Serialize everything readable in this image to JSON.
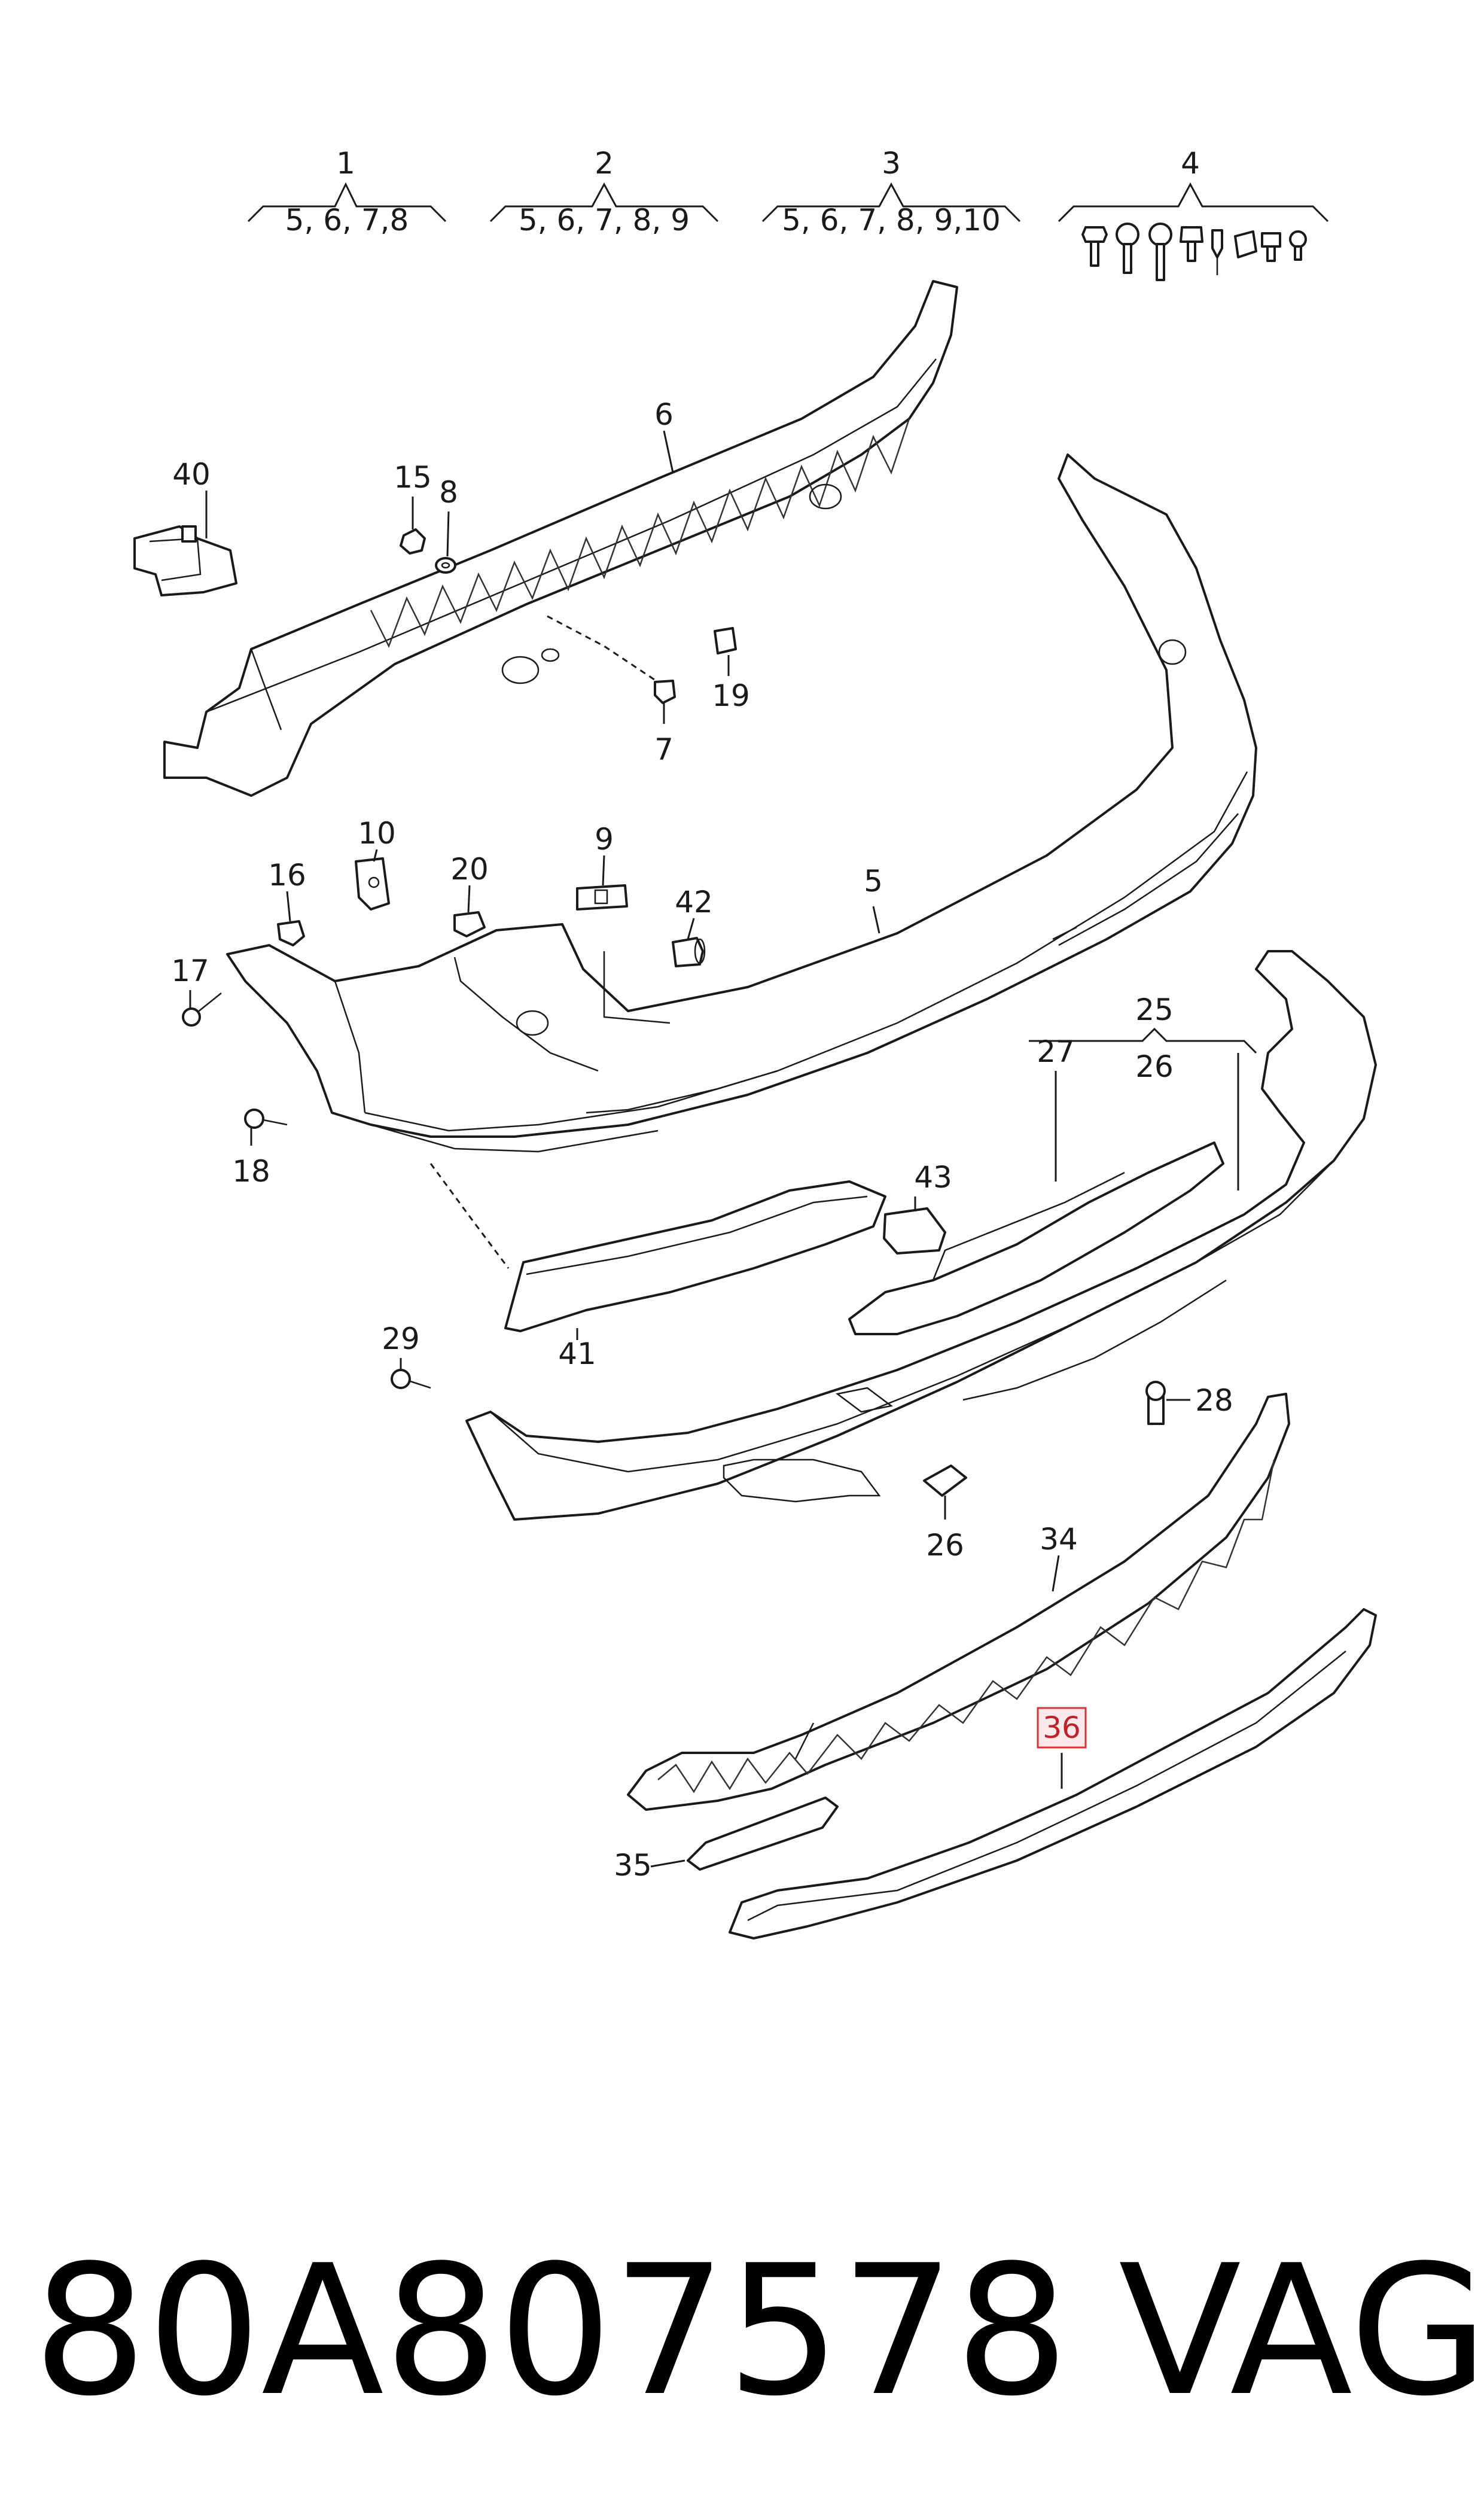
{
  "groups": [
    {
      "number": "1",
      "items": "5, 6, 7,8"
    },
    {
      "number": "2",
      "items": "5, 6, 7, 8, 9"
    },
    {
      "number": "3",
      "items": "5, 6, 7, 8, 9,10"
    },
    {
      "number": "4",
      "items": ""
    }
  ],
  "labels": {
    "l5": "5",
    "l6": "6",
    "l7": "7",
    "l8": "8",
    "l9": "9",
    "l10": "10",
    "l15": "15",
    "l16": "16",
    "l17": "17",
    "l18": "18",
    "l19": "19",
    "l20": "20",
    "l25": "25",
    "l26a": "26",
    "l26b": "26",
    "l27": "27",
    "l28": "28",
    "l29": "29",
    "l34": "34",
    "l35": "35",
    "l36": "36",
    "l40": "40",
    "l41": "41",
    "l42": "42",
    "l43": "43"
  },
  "highlighted_part": "36",
  "colors": {
    "highlight_fill": "#fde8ea",
    "highlight_stroke": "#e0303a",
    "line": "#1a1a1a"
  },
  "footer": {
    "part_number": "80A807578",
    "brand": "VAG"
  }
}
